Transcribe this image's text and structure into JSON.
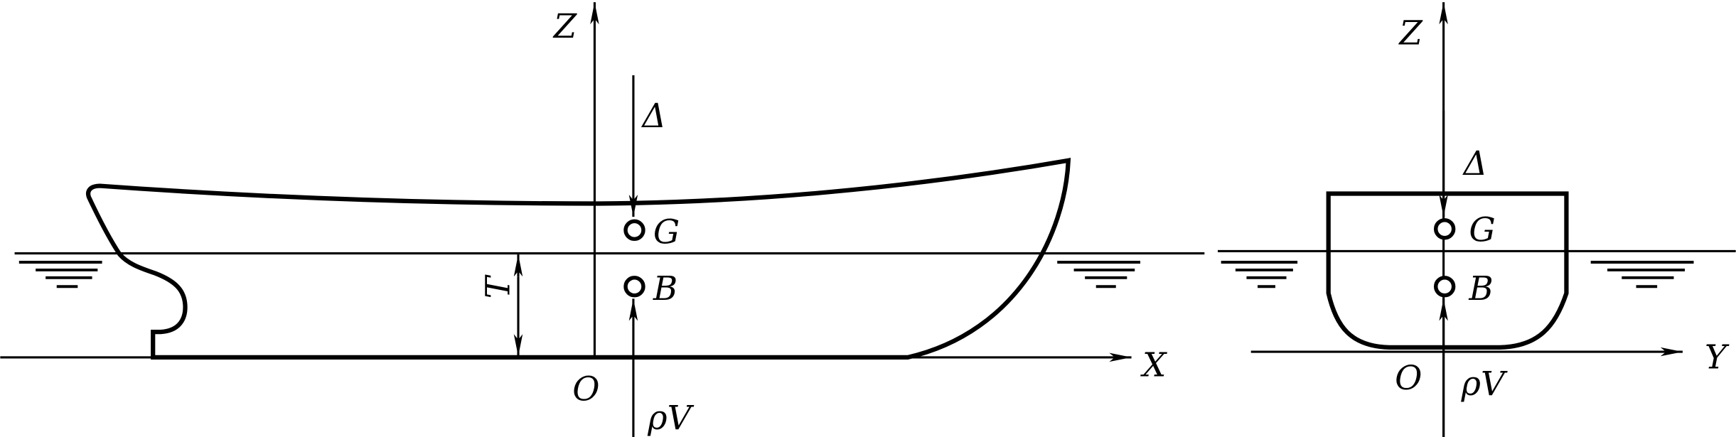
{
  "side_view": {
    "axis_z": "Z",
    "axis_x": "X",
    "origin": "O",
    "displacement": "Δ",
    "gravity_center": "G",
    "buoyancy_center": "B",
    "buoyancy_force": "ρV",
    "draft": "T"
  },
  "section_view": {
    "axis_z": "Z",
    "axis_y": "Y",
    "origin": "O",
    "displacement": "Δ",
    "gravity_center": "G",
    "buoyancy_center": "B",
    "buoyancy_force": "ρV"
  },
  "colors": {
    "ink": "#000000",
    "background": "#ffffff"
  }
}
